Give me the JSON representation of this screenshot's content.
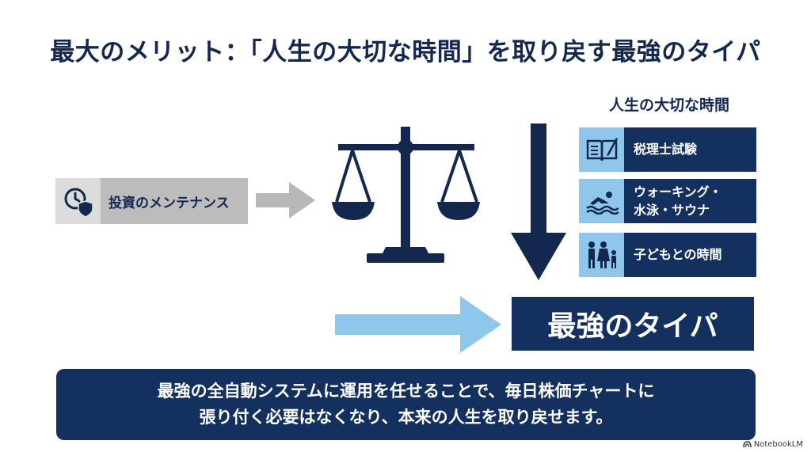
{
  "title": "最大のメリット：「人生の大切な時間」を取り戻す最強のタイパ",
  "left_box": {
    "label": "投資のメンテナンス",
    "icon": "clock-shield-icon"
  },
  "side": {
    "title": "人生の大切な時間",
    "items": [
      {
        "label": "税理士試験",
        "icon": "book-pen-icon"
      },
      {
        "label": "ウォーキング・\n水泳・サウナ",
        "icon": "swimmer-icon"
      },
      {
        "label": "子どもとの時間",
        "icon": "family-icon"
      }
    ]
  },
  "result": "最強のタイパ",
  "banner": {
    "line1": "最強の全自動システムに運用を任せることで、毎日株価チャートに",
    "line2": "張り付く必要はなくなり、本来の人生を取り戻せます。"
  },
  "brand": "NotebookLM",
  "colors": {
    "navy": "#14305f",
    "light_blue": "#8ec6ec",
    "gray": "#bcbcbc"
  }
}
